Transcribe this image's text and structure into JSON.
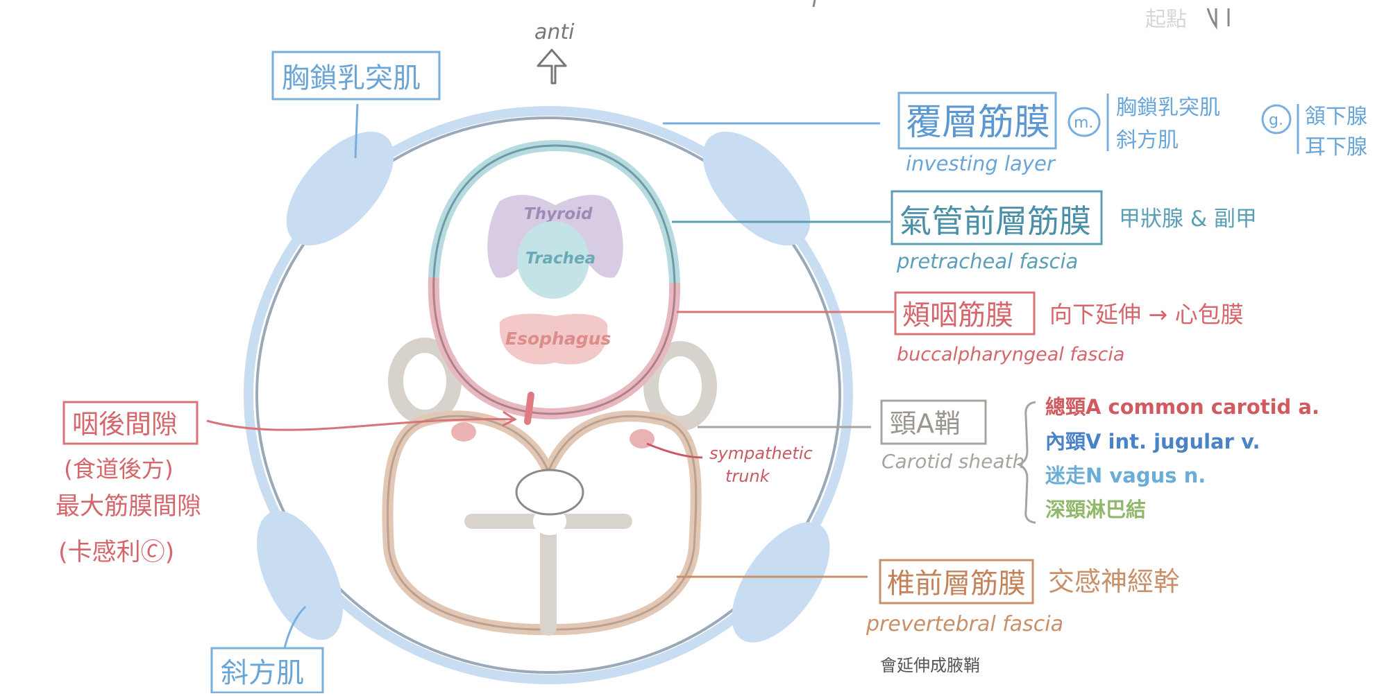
{
  "orientation_label": "anti",
  "top_right_fragment": "起點",
  "colors": {
    "investing": "#7aaede",
    "investing_fill": "#c8dcf2",
    "pretracheal": "#5a9fb5",
    "buccal": "#d97378",
    "carotid": "#a8a39c",
    "prevertebral": "#c98f68",
    "thyroid": "#c6b8da",
    "trachea": "#b9dde0",
    "esophagus": "#f2c1c1",
    "green": "#8fb86a",
    "dark": "#555555"
  },
  "structures": {
    "thyroid": "Thyroid",
    "trachea": "Trachea",
    "esophagus": "Esophagus",
    "sympathetic": "sympathetic",
    "trunk": "trunk"
  },
  "left": {
    "scm": "胸鎖乳突肌",
    "trapezius": "斜方肌",
    "retro_box": "咽後間隙",
    "retro_line1": "(食道後方)",
    "retro_line2": "最大筋膜間隙",
    "retro_line3": "(卡感利🄫)"
  },
  "investing": {
    "zh": "覆層筋膜",
    "en": "investing layer",
    "m_badge": "m.",
    "m_line1": "胸鎖乳突肌",
    "m_line2": "斜方肌",
    "g_badge": "g.",
    "g_line1": "頷下腺",
    "g_line2": "耳下腺"
  },
  "pretracheal": {
    "zh": "氣管前層筋膜",
    "en": "pretracheal fascia",
    "note": "甲狀腺 & 副甲"
  },
  "buccal": {
    "zh": "頰咽筋膜",
    "en": "buccalpharyngeal fascia",
    "note": "向下延伸 → 心包膜"
  },
  "carotid": {
    "zh": "頸A鞘",
    "en": "Carotid sheath",
    "items": [
      {
        "text": "總頸A  common carotid a.",
        "color": "#d05a60"
      },
      {
        "text": "內頸V   int. jugular v.",
        "color": "#4a82c8"
      },
      {
        "text": "迷走N   vagus n.",
        "color": "#6aaed8"
      },
      {
        "text": "深頸淋巴結",
        "color": "#8fb86a"
      }
    ]
  },
  "prevertebral": {
    "zh": "椎前層筋膜",
    "en": "prevertebral fascia",
    "note": "交感神經幹",
    "extend": "會延伸成腋鞘"
  }
}
